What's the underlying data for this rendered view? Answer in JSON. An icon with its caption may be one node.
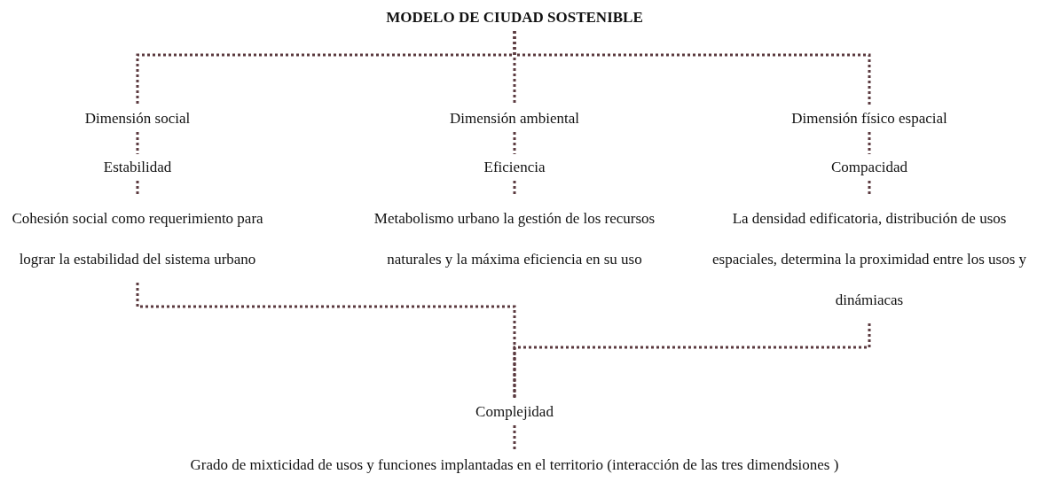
{
  "diagram": {
    "nodes": [
      {
        "text": [
          "MODELO DE CIUDAD SOSTENIBLE"
        ]
      },
      {
        "text": [
          "Dimensión social"
        ]
      },
      {
        "text": [
          "Dimensión ambiental"
        ]
      },
      {
        "text": [
          "Dimensión físico espacial"
        ]
      },
      {
        "text": [
          "Estabilidad"
        ]
      },
      {
        "text": [
          "Eficiencia"
        ]
      },
      {
        "text": [
          "Compacidad"
        ]
      },
      {
        "text": [
          "Cohesión social como requerimiento para lograr la estabilidad del sistema urbano"
        ]
      },
      {
        "text": [
          "Metabolismo urbano la gestión de los recursos naturales y la máxima eficiencia en su uso"
        ]
      },
      {
        "text": [
          "La densidad edificatoria, distribución de usos espaciales, determina la proximidad entre los usos y dinámiacas"
        ]
      },
      {
        "text": [
          "Complejidad"
        ]
      },
      {
        "text": [
          "Grado de mixticidad de usos y funciones implantadas en el territorio (interacción de las tres dimendsiones )"
        ]
      }
    ],
    "edges": [
      {
        "from": 0,
        "to": 1,
        "arrow": "none",
        "style": "dashed"
      },
      {
        "from": 0,
        "to": 2,
        "arrow": "none",
        "style": "dashed"
      },
      {
        "from": 0,
        "to": 3,
        "arrow": "none",
        "style": "dashed"
      },
      {
        "from": 1,
        "to": 4,
        "arrow": "none",
        "style": "dashed"
      },
      {
        "from": 2,
        "to": 5,
        "arrow": "none",
        "style": "dashed"
      },
      {
        "from": 3,
        "to": 6,
        "arrow": "none",
        "style": "dashed"
      },
      {
        "from": 4,
        "to": 7,
        "arrow": "none",
        "style": "dashed"
      },
      {
        "from": 5,
        "to": 8,
        "arrow": "none",
        "style": "dashed"
      },
      {
        "from": 6,
        "to": 9,
        "arrow": "none",
        "style": "dashed"
      },
      {
        "from": 7,
        "to": 10,
        "arrow": "none",
        "style": "dashed"
      },
      {
        "from": 9,
        "to": 10,
        "arrow": "none",
        "style": "dashed"
      },
      {
        "from": 10,
        "to": 11,
        "arrow": "none",
        "style": "dashed"
      }
    ]
  }
}
